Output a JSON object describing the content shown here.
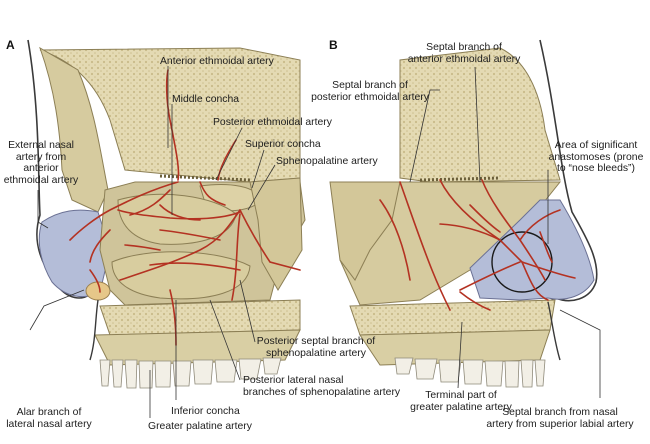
{
  "panels": {
    "a": "A",
    "b": "B"
  },
  "labels_a": {
    "anterior_ethmoidal": "Anterior ethmoidal artery",
    "middle_concha": "Middle concha",
    "posterior_ethmoidal": "Posterior ethmoidal artery",
    "superior_concha": "Superior concha",
    "sphenopalatine": "Sphenopalatine artery",
    "external_nasal_1": "External nasal",
    "external_nasal_2": "artery from",
    "external_nasal_3": "anterior",
    "external_nasal_4": "ethmoidal artery",
    "alar_1": "Alar branch of",
    "alar_2": "lateral nasal artery",
    "inferior_concha": "Inferior concha",
    "greater_palatine": "Greater palatine artery",
    "post_septal_1": "Posterior septal branch of",
    "post_septal_2": "sphenopalatine artery",
    "post_lateral_1": "Posterior lateral nasal",
    "post_lateral_2": "branches of sphenopalatine artery"
  },
  "labels_b": {
    "septal_ant_1": "Septal branch of",
    "septal_ant_2": "anterior ethmoidal artery",
    "septal_post_1": "Septal branch of",
    "septal_post_2": "posterior ethmoidal artery",
    "area_1": "Area of significant",
    "area_2": "anastomoses (prone",
    "area_3": "to “nose bleeds”)",
    "terminal_1": "Terminal part of",
    "terminal_2": "greater palatine artery",
    "septal_labial_1": "Septal branch from nasal",
    "septal_labial_2": "artery from superior labial artery"
  },
  "colors": {
    "bone": "#ddd3a8",
    "bone_dark": "#b9ab78",
    "marrow": "#cfc39a",
    "cartilage": "#b4bdd8",
    "artery": "#b43222",
    "skin_line": "#3a3a3a",
    "leader": "#333333"
  }
}
